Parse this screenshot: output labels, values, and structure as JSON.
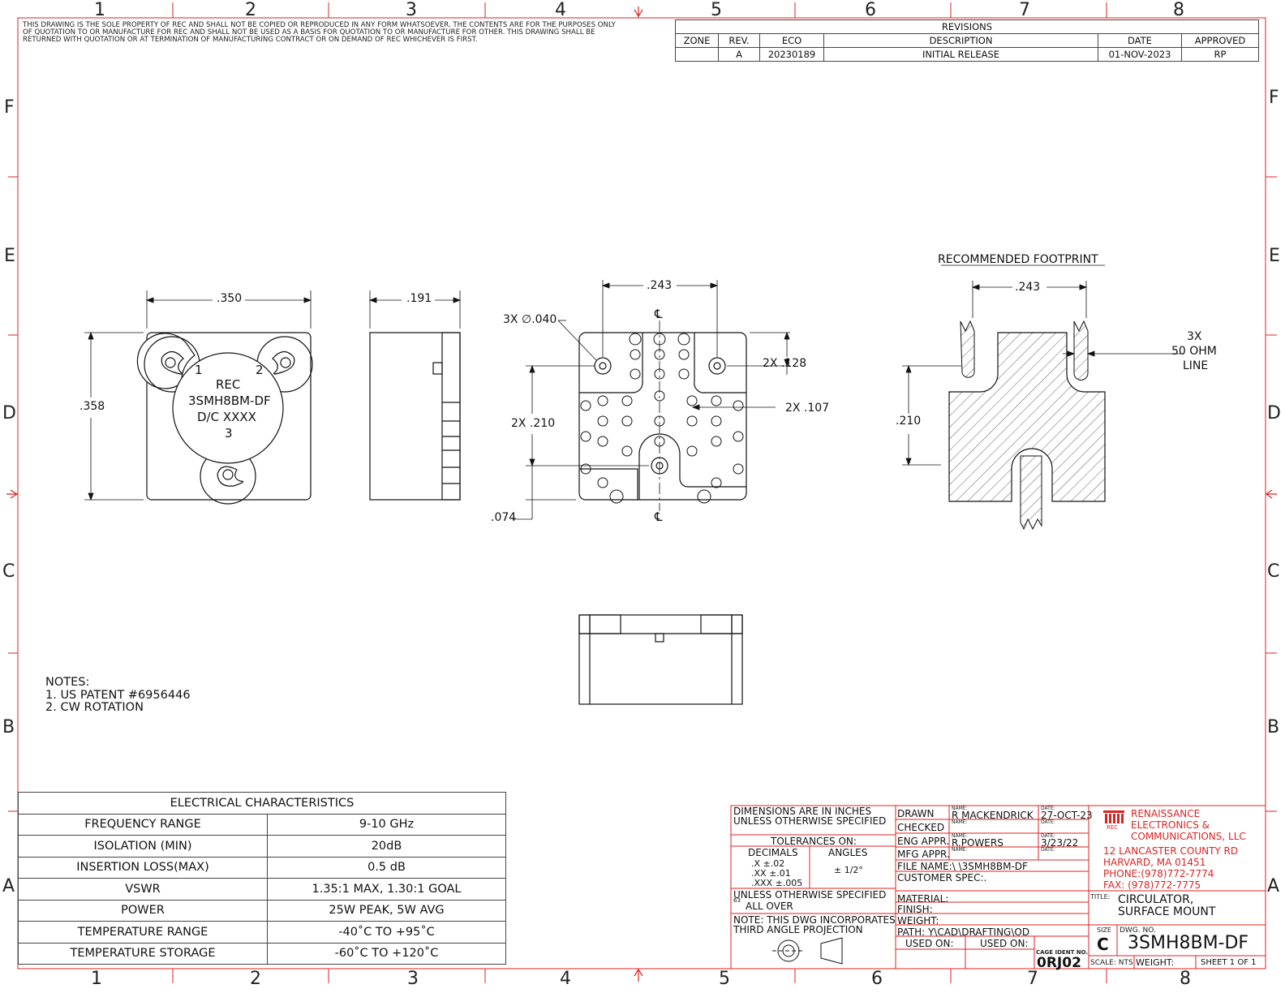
{
  "zones": {
    "top": [
      "1",
      "2",
      "3",
      "4",
      "5",
      "6",
      "7",
      "8"
    ],
    "side": [
      "F",
      "E",
      "D",
      "C",
      "B",
      "A"
    ]
  },
  "disclaimer": "THIS DRAWING IS THE SOLE PROPERTY OF REC AND SHALL NOT BE COPIED OR REPRODUCED IN ANY FORM WHATSOEVER. THE CONTENTS ARE FOR THE PURPOSES ONLY OF QUOTATION TO OR MANUFACTURE FOR REC AND SHALL NOT BE USED AS A BASIS FOR QUOTATION TO OR MANUFACTURE FOR OTHER. THIS DRAWING SHALL BE RETURNED WITH QUOTATION OR AT TERMINATION OF MANUFACTURING CONTRACT OR ON DEMAND OF REC WHICHEVER IS FIRST.",
  "revisions": {
    "title": "REVISIONS",
    "headers": [
      "ZONE",
      "REV.",
      "ECO",
      "DESCRIPTION",
      "DATE",
      "APPROVED"
    ],
    "rows": [
      [
        "",
        "A",
        "20230189",
        "INITIAL RELEASE",
        "01-NOV-2023",
        "RP"
      ]
    ]
  },
  "views": {
    "top": {
      "width": ".350",
      "height": ".358",
      "label_rec": "REC",
      "label_pn": "3SMH8BM-DF",
      "label_dc": "D/C XXXX",
      "port1": "1",
      "port2": "2",
      "port3": "3"
    },
    "side": {
      "width": ".191"
    },
    "bottom": {
      "dim_top": ".243",
      "hole": "3X ∅.040",
      "dim_128": "2X .128",
      "dim_107": "2X .107",
      "dim_210": "2X .210",
      "dim_074": ".074",
      "cl": "℄"
    },
    "footprint": {
      "title": "RECOMMENDED FOOTPRINT",
      "dim_top": ".243",
      "dim_210": ".210",
      "line_note_1": "3X",
      "line_note_2": "50 OHM",
      "line_note_3": "LINE"
    }
  },
  "notes": {
    "title": "NOTES:",
    "items": [
      "1.   US PATENT #6956446",
      "2.   CW ROTATION"
    ]
  },
  "electrical": {
    "title": "ELECTRICAL CHARACTERISTICS",
    "rows": [
      [
        "FREQUENCY RANGE",
        "9-10 GHz"
      ],
      [
        "ISOLATION (MIN)",
        "20dB"
      ],
      [
        "INSERTION LOSS(MAX)",
        "0.5 dB"
      ],
      [
        "VSWR",
        "1.35:1 MAX, 1.30:1 GOAL"
      ],
      [
        "POWER",
        "25W PEAK, 5W AVG"
      ],
      [
        "TEMPERATURE RANGE",
        "-40˚C TO +95˚C"
      ],
      [
        "TEMPERATURE STORAGE",
        "-60˚C TO +120˚C"
      ]
    ]
  },
  "title_block": {
    "dims1": "DIMENSIONS ARE IN INCHES",
    "dims2": "UNLESS OTHERWISE SPECIFIED",
    "tol": "TOLERANCES ON:",
    "decimals": "DECIMALS",
    "angles": "ANGLES",
    "tx": ".X     ±.02",
    "txx": ".XX   ±.01",
    "txxx": ".XXX ±.005",
    "tang": "± 1/2°",
    "finish1": "UNLESS OTHERWISE SPECIFIED",
    "finish_num": "63",
    "finish2": "ALL OVER",
    "proj1": "NOTE: THIS DWG INCORPORATES",
    "proj2": "THIRD ANGLE PROJECTION",
    "drawn": "DRAWN",
    "checked": "CHECKED",
    "eng": "ENG APPR.",
    "mfg": "MFG APPR.",
    "name_lbl": "NAME:",
    "date_lbl": "DATE:",
    "drawn_name": "R MACKENDRICK",
    "drawn_date": "27-OCT-23",
    "eng_name": "R.POWERS",
    "eng_date": "3/23/22",
    "file": "FILE NAME:\\  \\3SMH8BM-DF",
    "cust": "CUSTOMER SPEC:.",
    "material": "MATERIAL:",
    "finish": "FINISH:",
    "weight": "WEIGHT:",
    "path": "PATH: Y\\CAD\\DRAFTING\\OD",
    "used_on": "USED ON:",
    "cage_lbl": "CAGE IDENT NO.",
    "cage": "0RJ02",
    "company1": "RENAISSANCE",
    "company2": "ELECTRONICS &",
    "company3": "COMMUNICATIONS, LLC",
    "addr1": "12 LANCASTER COUNTY RD",
    "addr2": "HARVARD, MA 01451",
    "phone": "PHONE:(978)772-7774",
    "fax": "FAX:   (978)772-7775",
    "logo_text": "REC",
    "title_lbl": "TITLE:",
    "title1": "CIRCULATOR,",
    "title2": "SURFACE MOUNT",
    "size_lbl": "SIZE",
    "size": "C",
    "dwg_lbl": "DWG.  NO.",
    "dwg": "3SMH8BM-DF",
    "scale": "SCALE: NTS",
    "weight2": "WEIGHT:",
    "sheet": "SHEET 1 OF 1"
  },
  "colors": {
    "border": "#d22",
    "ink": "#111"
  }
}
